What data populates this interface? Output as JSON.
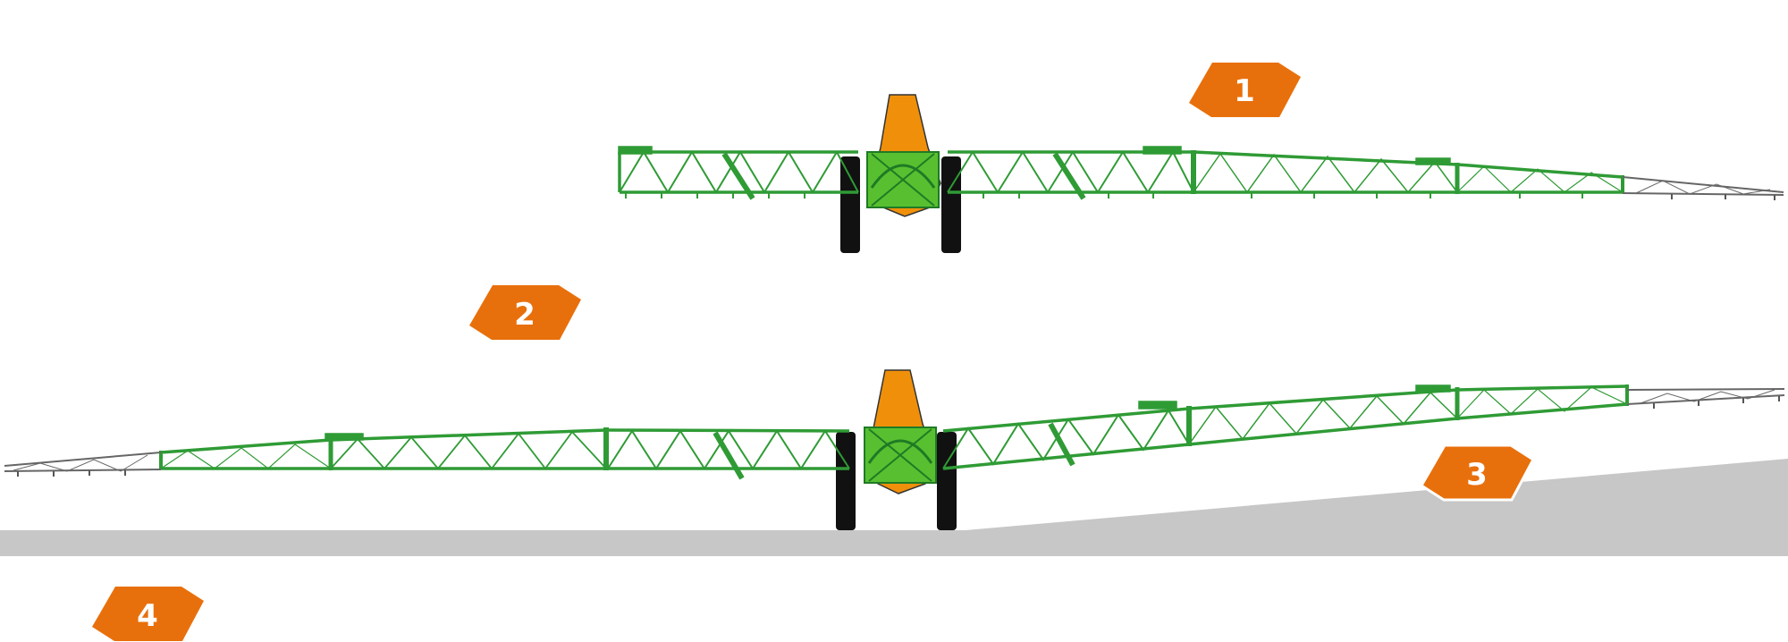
{
  "colors": {
    "boom_green": "#2f9b35",
    "boom_dark": "#1f7a25",
    "frame_green": "#58c030",
    "tank_orange": "#f0900a",
    "badge_orange": "#e8700c",
    "tyre": "#111111",
    "ground": "#c6c7c6",
    "nozzle_grey": "#555555"
  },
  "callouts": [
    {
      "label": "1"
    },
    {
      "label": "2"
    },
    {
      "label": "3"
    },
    {
      "label": "4"
    }
  ]
}
